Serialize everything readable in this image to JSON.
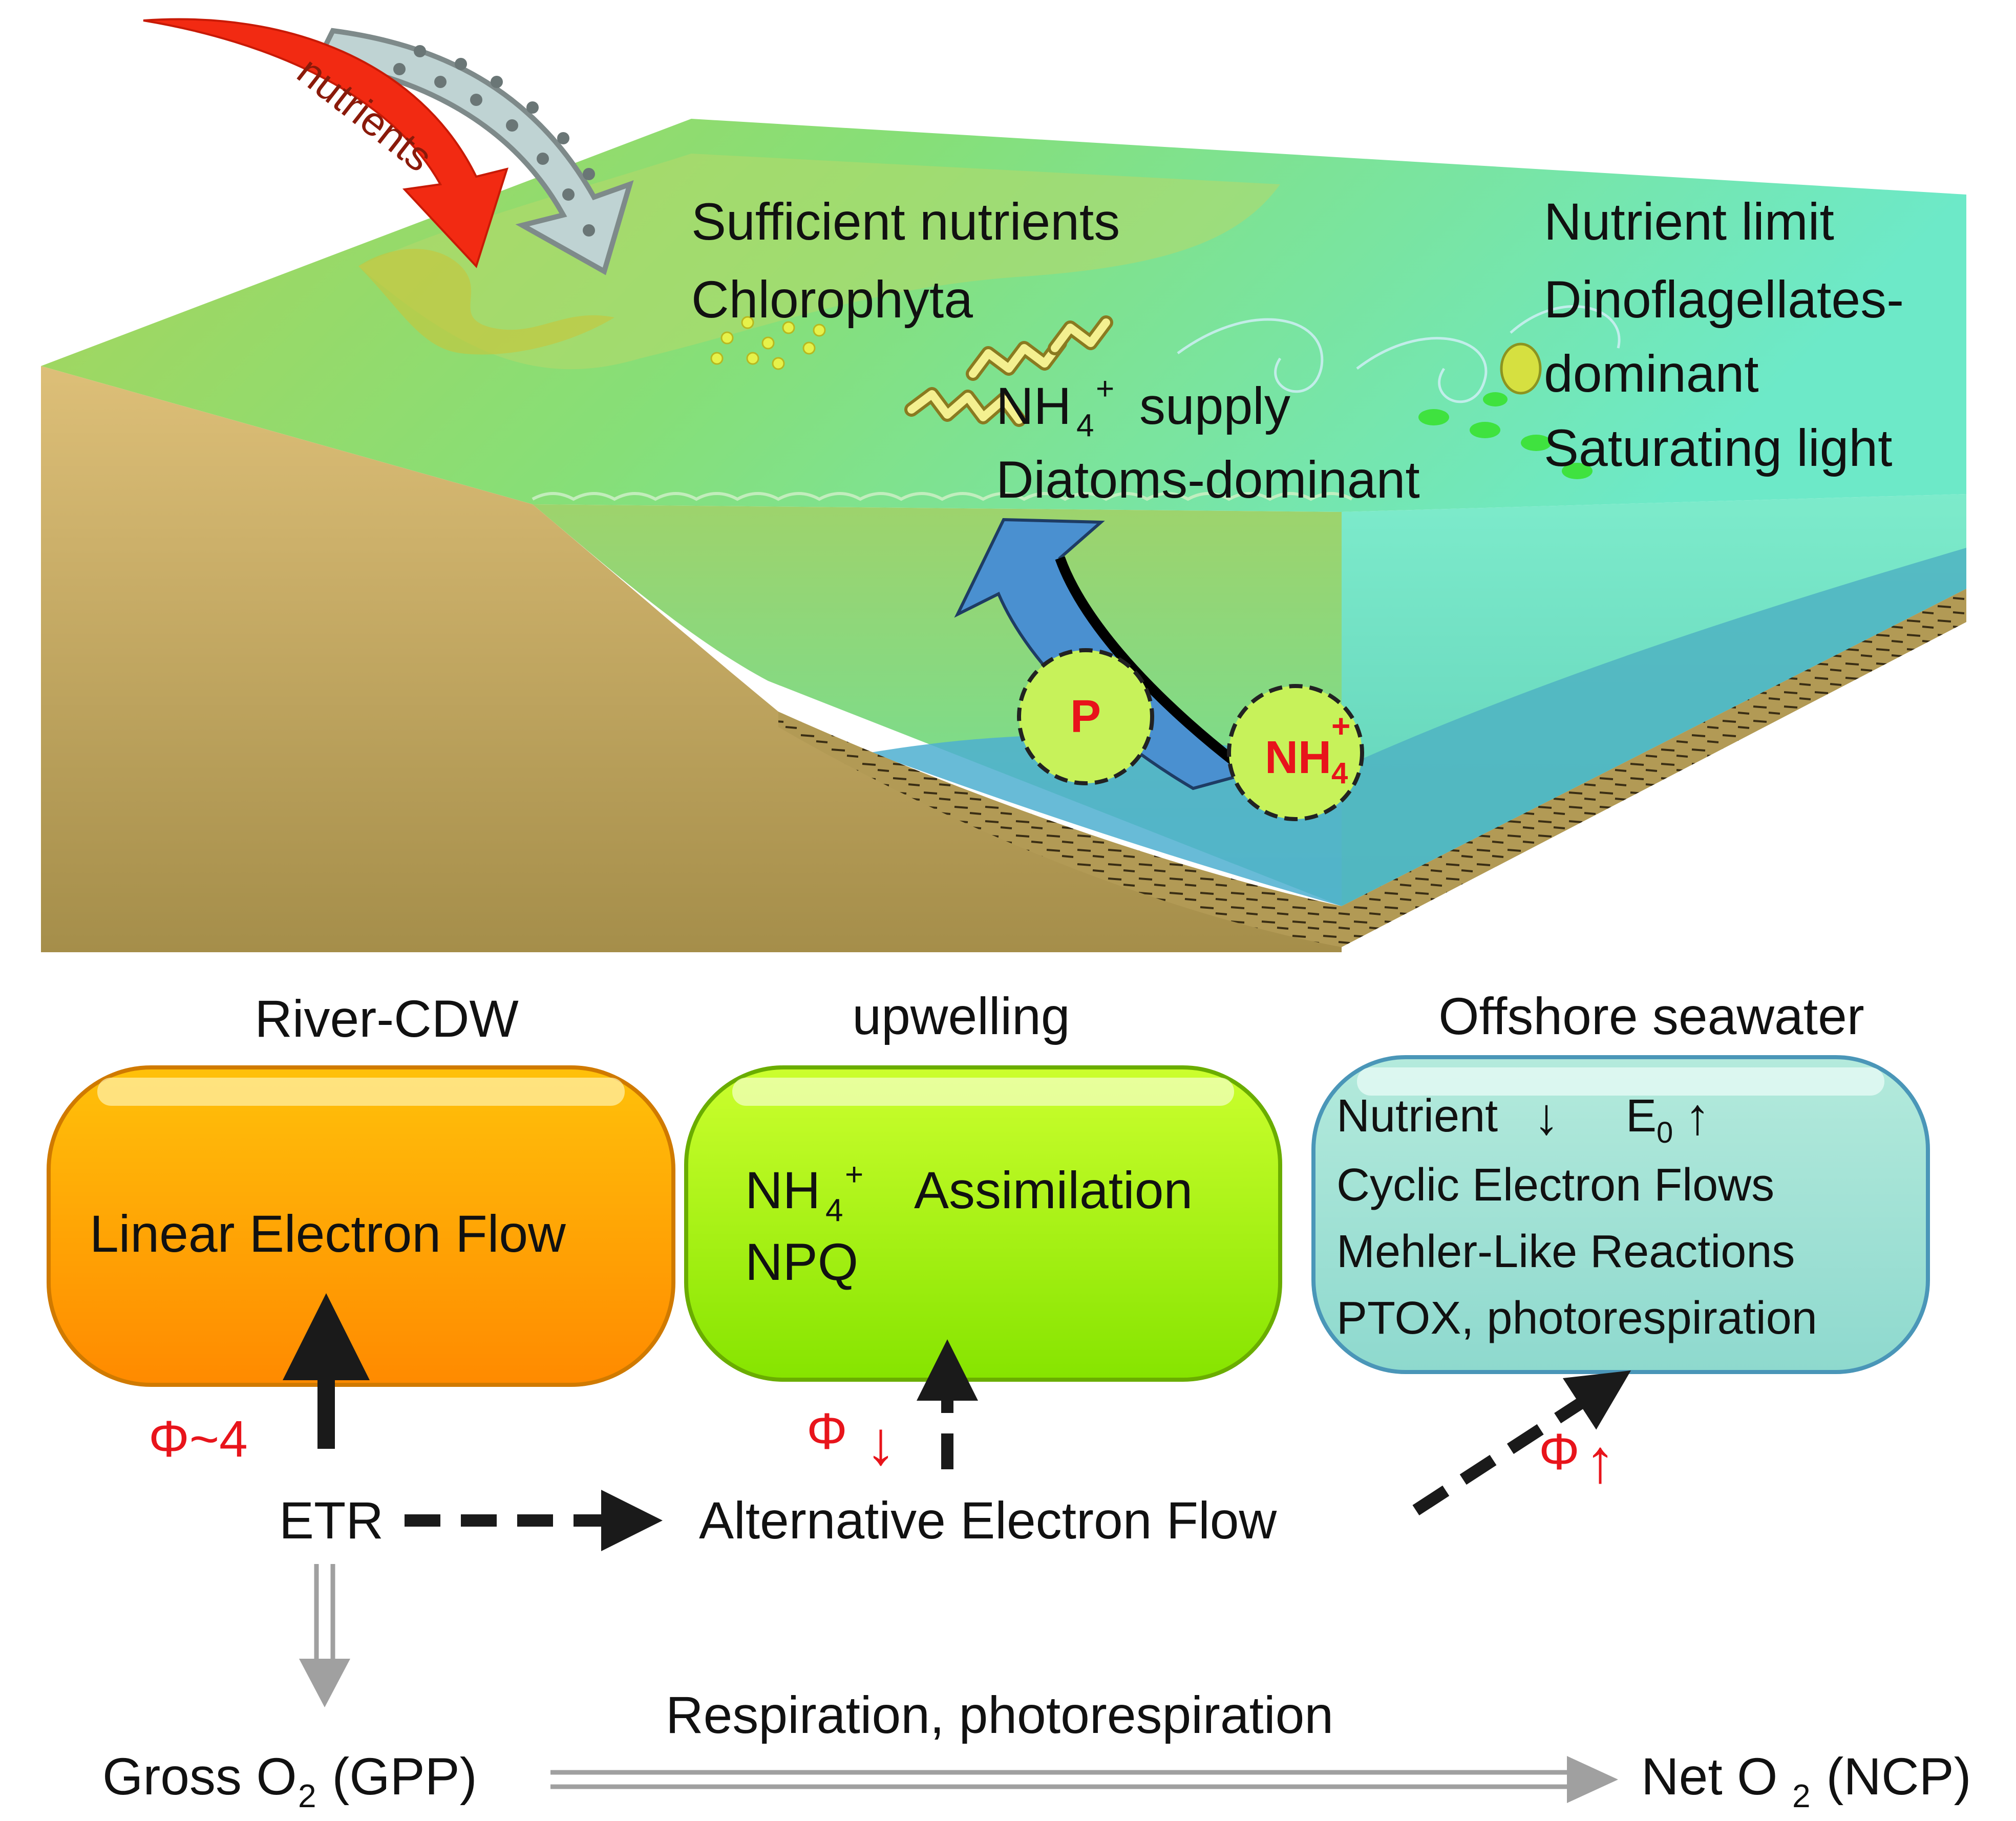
{
  "inflow": {
    "label": "nutrients"
  },
  "scene": {
    "nearshore": {
      "line1": "Sufficient nutrients",
      "line2": "Chlorophyta"
    },
    "upwelling": {
      "supply_nh": "NH",
      "supply_sub": "4",
      "supply_sup": "+",
      "supply_word": "supply",
      "dominant": "Diatoms-dominant"
    },
    "offshore": {
      "line1": "Nutrient limit",
      "line2": "Dinoflagellates-",
      "line3": "dominant",
      "line4": "Saturating light"
    },
    "bubble_p": "P",
    "bubble_nh": "NH",
    "bubble_sub": "4",
    "bubble_sup": "+"
  },
  "regions": {
    "river": {
      "title": "River-CDW",
      "text": "Linear Electron Flow",
      "phi": "Φ~4"
    },
    "upwelling": {
      "title": "upwelling",
      "nh": "NH",
      "nh_sub": "4",
      "nh_sup": "+",
      "assim": "Assimilation",
      "npq": "NPQ",
      "phi": "Φ",
      "phi_arrow": "↓"
    },
    "offshore": {
      "title": "Offshore seawater",
      "nutrient": "Nutrient",
      "nutrient_arrow": "↓",
      "e": "E",
      "e_sub": "0",
      "e_arrow": "↑",
      "line2": "Cyclic Electron Flows",
      "line3": "Mehler-Like Reactions",
      "line4": "PTOX, photorespiration",
      "phi": "Φ",
      "phi_arrow": "↑"
    }
  },
  "flow": {
    "etr": "ETR",
    "aef": "Alternative Electron Flow",
    "gross_pre": "Gross O",
    "gross_sub": "2",
    "gross_post": " (GPP)",
    "resp": "Respiration, photorespiration",
    "net_pre": "Net O",
    "net_sub": "2",
    "net_post": " (NCP)"
  },
  "colors": {
    "orange_top": "#FFC000",
    "orange_bottom": "#FF8C00",
    "green_top": "#CCFF33",
    "green_bottom": "#88E000",
    "blue_box": "#A6E3D5",
    "red_accent": "#E8141B",
    "upwelling_arrow": "#4A90D0"
  }
}
